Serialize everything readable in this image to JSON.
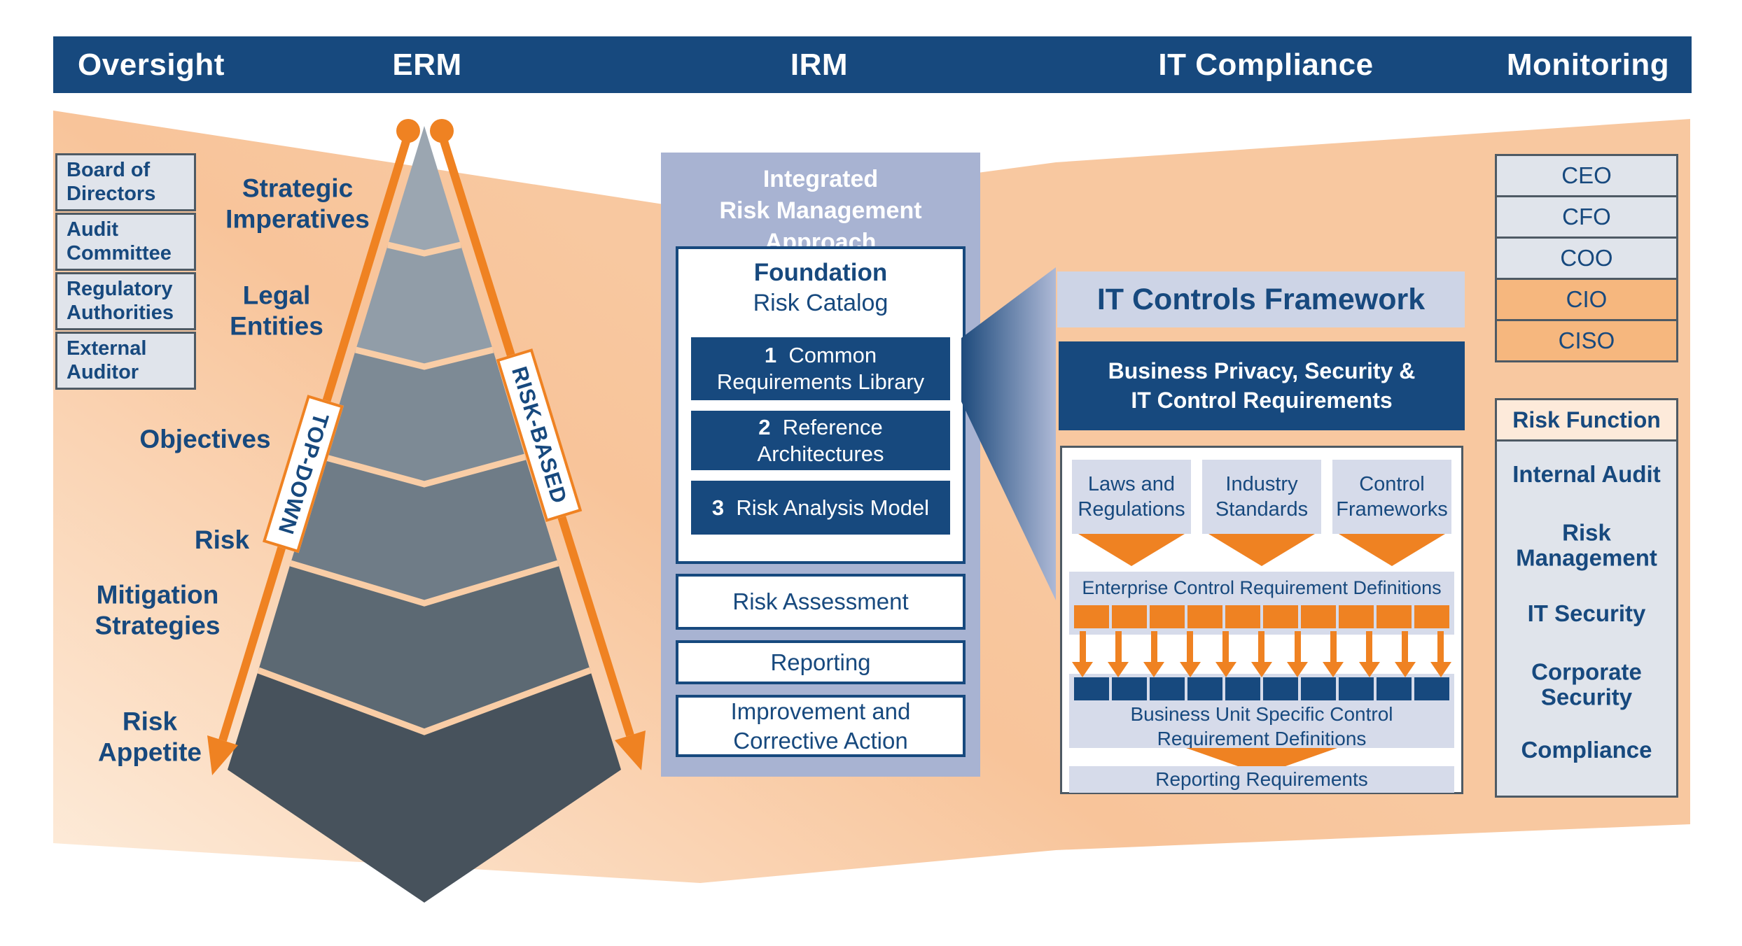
{
  "header": {
    "columns": [
      "Oversight",
      "ERM",
      "IRM",
      "IT Compliance",
      "Monitoring"
    ]
  },
  "oversight": {
    "boxes": [
      "Board of\nDirectors",
      "Audit\nCommittee",
      "Regulatory\nAuthorities",
      "External\nAuditor"
    ]
  },
  "erm": {
    "labels": {
      "strategic": "Strategic\nImperatives",
      "legal": "Legal\nEntities",
      "objectives": "Objectives",
      "risk": "Risk",
      "mitigation": "Mitigation\nStrategies",
      "appetite": "Risk\nAppetite"
    },
    "left_arrow_label": "TOP-DOWN",
    "right_arrow_label": "RISK-BASED"
  },
  "irm": {
    "title": "Integrated\nRisk Management\nApproach",
    "foundation": {
      "heading_bold": "Foundation",
      "heading_sub": "Risk Catalog",
      "items": [
        {
          "num": "1",
          "line1": "Common",
          "line2": "Requirements Library"
        },
        {
          "num": "2",
          "line1": "Reference",
          "line2": "Architectures"
        },
        {
          "num": "3",
          "line1": "Risk Analysis Model",
          "line2": ""
        }
      ]
    },
    "stages": [
      "Risk Assessment",
      "Reporting",
      "Improvement and\nCorrective Action"
    ]
  },
  "it_compliance": {
    "title": "IT Controls Framework",
    "requirements_banner": "Business Privacy, Security &\nIT Control Requirements",
    "sources": [
      "Laws and\nRegulations",
      "Industry\nStandards",
      "Control\nFrameworks"
    ],
    "enterprise_label": "Enterprise Control Requirement Definitions",
    "enterprise_box_count": 10,
    "arrow_count": 11,
    "bu_box_count": 10,
    "bu_label": "Business Unit Specific Control\nRequirement Definitions",
    "reporting_label": "Reporting Requirements"
  },
  "monitoring": {
    "executives": [
      {
        "label": "CEO",
        "highlight": false
      },
      {
        "label": "CFO",
        "highlight": false
      },
      {
        "label": "COO",
        "highlight": false
      },
      {
        "label": "CIO",
        "highlight": true
      },
      {
        "label": "CISO",
        "highlight": true
      }
    ],
    "risk_function_title": "Risk Function",
    "functions": [
      "Internal Audit",
      "Risk\nManagement",
      "IT Security",
      "Corporate\nSecurity",
      "Compliance"
    ]
  },
  "colors": {
    "navy": "#17497E",
    "orange": "#EF8222",
    "peach": "#F8C9A1",
    "lavender": "#A8B3D2"
  }
}
